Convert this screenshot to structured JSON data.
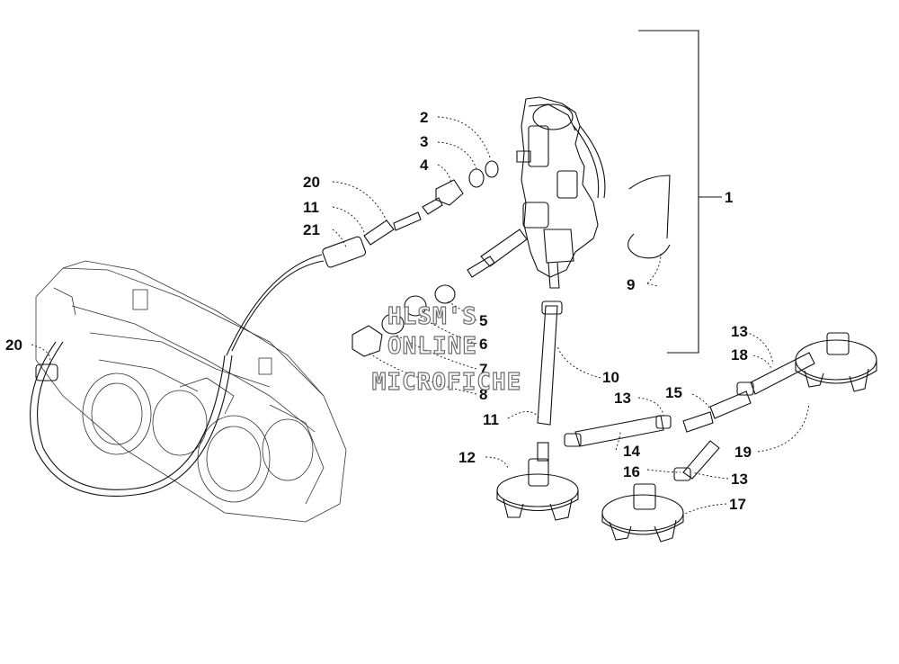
{
  "callouts": [
    {
      "id": "c1",
      "label": "1"
    },
    {
      "id": "c2",
      "label": "2"
    },
    {
      "id": "c3",
      "label": "3"
    },
    {
      "id": "c4",
      "label": "4"
    },
    {
      "id": "c5",
      "label": "5"
    },
    {
      "id": "c6",
      "label": "6"
    },
    {
      "id": "c7",
      "label": "7"
    },
    {
      "id": "c8",
      "label": "8"
    },
    {
      "id": "c9",
      "label": "9"
    },
    {
      "id": "c10",
      "label": "10"
    },
    {
      "id": "c11a",
      "label": "11"
    },
    {
      "id": "c11b",
      "label": "11"
    },
    {
      "id": "c12",
      "label": "12"
    },
    {
      "id": "c13a",
      "label": "13"
    },
    {
      "id": "c13b",
      "label": "13"
    },
    {
      "id": "c13c",
      "label": "13"
    },
    {
      "id": "c14",
      "label": "14"
    },
    {
      "id": "c15",
      "label": "15"
    },
    {
      "id": "c16",
      "label": "16"
    },
    {
      "id": "c17",
      "label": "17"
    },
    {
      "id": "c18",
      "label": "18"
    },
    {
      "id": "c19",
      "label": "19"
    },
    {
      "id": "c20a",
      "label": "20"
    },
    {
      "id": "c20b",
      "label": "20"
    },
    {
      "id": "c21",
      "label": "21"
    }
  ],
  "watermark": {
    "line1": "HLSM'S",
    "line2": "ONLINE",
    "line3": "MICROFICHE"
  }
}
